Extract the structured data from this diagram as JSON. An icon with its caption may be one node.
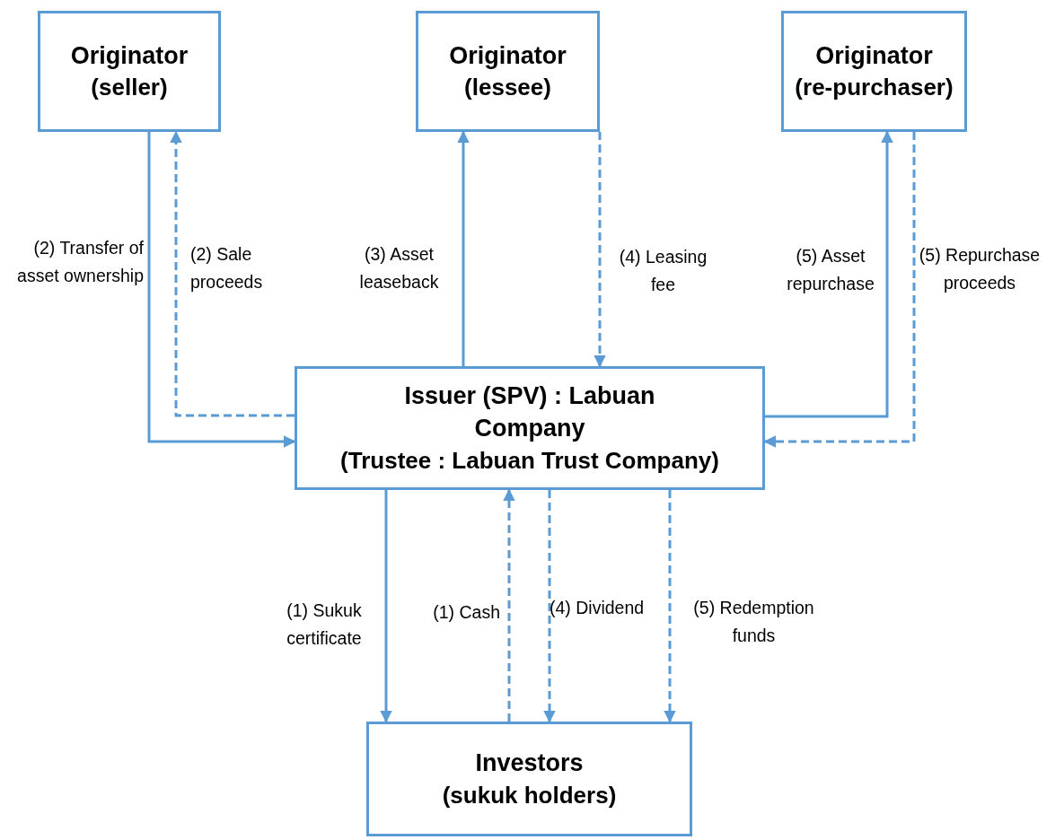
{
  "diagram": {
    "nodes": [
      {
        "text": [
          "Originator",
          "(seller)"
        ]
      },
      {
        "text": [
          "Originator",
          "(lessee)"
        ]
      },
      {
        "text": [
          "Originator",
          "(re-purchaser)"
        ]
      },
      {
        "text": [
          "Issuer (SPV) : Labuan Company",
          "(Trustee : Labuan Trust Company)"
        ]
      },
      {
        "text": [
          "Investors",
          "(sukuk holders)"
        ]
      }
    ],
    "edges": [
      {
        "from": 0,
        "to": 3,
        "arrow": "to",
        "label": "(2) Transfer of asset ownership"
      },
      {
        "from": 3,
        "to": 0,
        "arrow": "to",
        "label": "(2) Sale proceeds",
        "style": "dashed"
      },
      {
        "from": 3,
        "to": 1,
        "arrow": "to",
        "label": "(3) Asset leaseback"
      },
      {
        "from": 1,
        "to": 3,
        "arrow": "to",
        "label": "(4) Leasing fee",
        "style": "dashed"
      },
      {
        "from": 3,
        "to": 2,
        "arrow": "to",
        "label": "(5) Asset repurchase"
      },
      {
        "from": 2,
        "to": 3,
        "arrow": "to",
        "label": "(5) Repurchase proceeds",
        "style": "dashed"
      },
      {
        "from": 3,
        "to": 4,
        "arrow": "to",
        "label": "(1) Sukuk certificate"
      },
      {
        "from": 4,
        "to": 3,
        "arrow": "to",
        "label": "(1) Cash",
        "style": "dashed"
      },
      {
        "from": 3,
        "to": 4,
        "arrow": "to",
        "label": "(4) Dividend",
        "style": "dashed"
      },
      {
        "from": 3,
        "to": 4,
        "arrow": "to",
        "label": "(5) Redemption funds",
        "style": "dashed"
      }
    ]
  }
}
